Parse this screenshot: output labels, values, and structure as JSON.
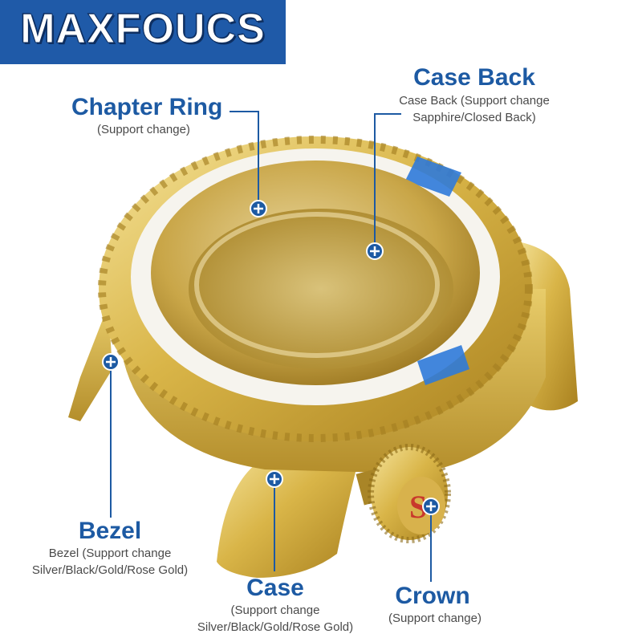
{
  "brand": {
    "logo_text": "MAXFOUCS",
    "logo_color": "#1f5aa8"
  },
  "accent_color": "#1d5aa3",
  "callouts": {
    "chapter_ring": {
      "title": "Chapter Ring",
      "line1": "(Support change)"
    },
    "case_back": {
      "title": "Case Back",
      "line1": "Case Back (Support change",
      "line2": "Sapphire/Closed Back)"
    },
    "bezel": {
      "title": "Bezel",
      "line1": "Bezel (Support change",
      "line2": "Silver/Black/Gold/Rose Gold)"
    },
    "case": {
      "title": "Case",
      "line1": "(Support change",
      "line2": "Silver/Black/Gold/Rose Gold)"
    },
    "crown": {
      "title": "Crown",
      "line1": "(Support change)"
    }
  },
  "photo": {
    "subject": "gold-watch-case",
    "icon": "plus-marker-icon"
  }
}
